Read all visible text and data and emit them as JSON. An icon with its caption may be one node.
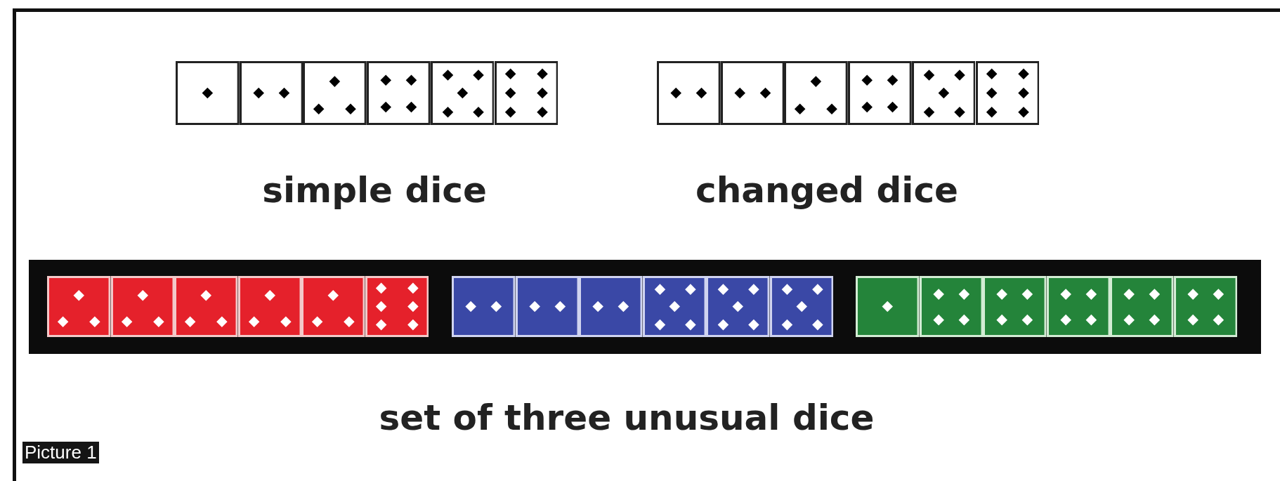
{
  "diagram": {
    "labels": [
      "simple dice",
      "changed dice",
      "set of three unusual dice",
      "Picture 1"
    ]
  }
}
